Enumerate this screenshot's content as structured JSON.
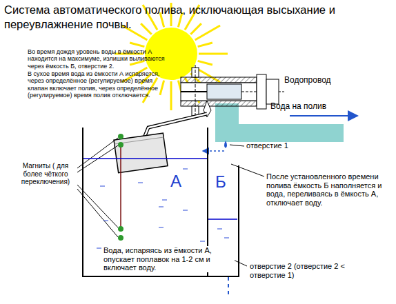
{
  "diagram": {
    "title": "Система автоматического полива, исключающая высыхание и переувлажнение почвы.",
    "nodes": [
      {
        "text": [
          "А"
        ]
      },
      {
        "text": [
          "Б"
        ]
      }
    ],
    "labels": [
      "Во время дождя уровень воды в ёмкости А находится на максимуме, излишки выливаются через ёмкость Б, отверстие 2.",
      "В сухое время вода из ёмкости А испаряется, через определённое (регулируемое) время клапан включает полив, через определённое (регулируемое) время полив отключается.",
      "Водопровод",
      "Вода на полив",
      "отверстие 1",
      "Магниты ( для более чёткого переключения)",
      "После установленного времени полива ёмкость Б наполняется и вода, переливаясь в ёмкость А, отключает воду.",
      "Вода, испаряясь из ёмкости А, опускает поплавок на 1-2 см и включает воду.",
      "отверстие 2 (отверстие 2 < отверстие 1)"
    ]
  }
}
